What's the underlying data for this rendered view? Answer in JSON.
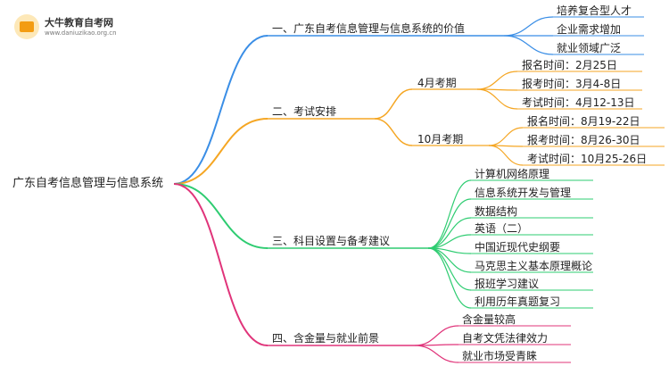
{
  "header": {
    "site_name": "大牛教育自考网",
    "site_url": "www.daniuzikao.org.cn"
  },
  "mindmap": {
    "root": "广东自考信息管理与信息系统",
    "branches": [
      {
        "label": "一、广东自考信息管理与信息系统的价值",
        "color": "#3a8ee6",
        "items": [
          "培养复合型人才",
          "企业需求增加",
          "就业领域广泛"
        ]
      },
      {
        "label": "二、考试安排",
        "color": "#f5a623",
        "groups": [
          {
            "label": "4月考期",
            "items": [
              "报名时间：2月25日",
              "报考时间：3月4-8日",
              "考试时间：4月12-13日"
            ]
          },
          {
            "label": "10月考期",
            "items": [
              "报名时间：8月19-22日",
              "报考时间：8月26-30日",
              "考试时间：10月25-26日"
            ]
          }
        ]
      },
      {
        "label": "三、科目设置与备考建议",
        "color": "#2ecc71",
        "items": [
          "计算机网络原理",
          "信息系统开发与管理",
          "数据结构",
          "英语（二）",
          "中国近现代史纲要",
          "马克思主义基本原理概论",
          "报班学习建议",
          "利用历年真题复习"
        ]
      },
      {
        "label": "四、含金量与就业前景",
        "color": "#e0347a",
        "items": [
          "含金量较高",
          "自考文凭法律效力",
          "就业市场受青睐"
        ]
      }
    ]
  }
}
